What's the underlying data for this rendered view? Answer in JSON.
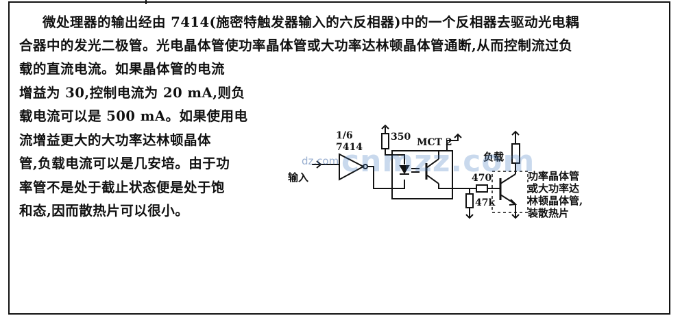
{
  "text": {
    "full_lines": [
      "微处理器的输出经由 7414(施密特触发器输入的六反相器)中的一个反相器去驱动光电耦",
      "合器中的发光二极管。光电晶体管使功率晶体管或大功率达林顿晶体管通断,从而控制流过负"
    ],
    "narrow_lines": [
      "载的直流电流。如果晶体管的电流",
      "增益为 30,控制电流为 20 mA,则负",
      "载电流可以是 500 mA。如果使用电",
      "流增益更大的大功率达林顿晶体",
      "管,负载电流可以是几安培。由于功",
      "率管不是处于截止状态便是处于饱",
      "和态,因而散热片可以很小。"
    ]
  },
  "diagram": {
    "input_label": "输入",
    "gate_fraction": "1/6",
    "gate_part": "7414",
    "r1_value": "350",
    "opto_label": "MCT 2",
    "r2_value": "470",
    "r3_value": "47k",
    "load_label": "负载",
    "transistor_note": [
      "功率晶体管",
      "或大功率达",
      "林顿晶体管,",
      "装散热片"
    ]
  },
  "watermark": {
    "main": "cnmzz.com",
    "small": "dz.com"
  },
  "colors": {
    "ink": "#111111",
    "watermark": "#3c78be"
  }
}
